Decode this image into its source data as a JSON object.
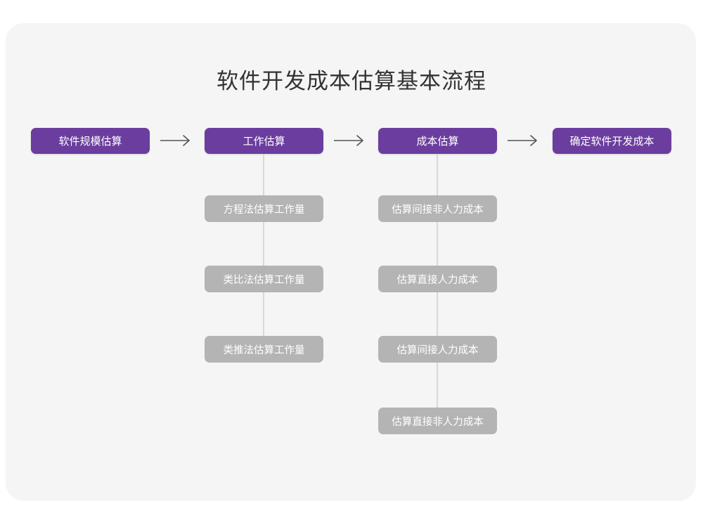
{
  "card": {
    "background_color": "#f5f5f5",
    "page_background_color": "#ffffff"
  },
  "title": "软件开发成本估算基本流程",
  "colors": {
    "primary_node": "#6b3d9e",
    "primary_node_text": "#ffffff",
    "sub_node": "#b4b4b4",
    "sub_node_text": "#ffffff",
    "arrow": "#555555",
    "connector_line": "#d8d8d8",
    "title_text": "#333333"
  },
  "chart_data": {
    "type": "diagram",
    "title": "软件开发成本估算基本流程",
    "orientation": "left-to-right main flow with vertical sub-branches",
    "main_flow": [
      {
        "id": "step1",
        "label": "软件规模估算",
        "sub_steps": []
      },
      {
        "id": "step2",
        "label": "工作估算",
        "sub_steps": [
          "方程法估算工作量",
          "类比法估算工作量",
          "类推法估算工作量"
        ]
      },
      {
        "id": "step3",
        "label": "成本估算",
        "sub_steps": [
          "估算间接非人力成本",
          "估算直接人力成本",
          "估算间接人力成本",
          "估算直接非人力成本"
        ]
      },
      {
        "id": "step4",
        "label": "确定软件开发成本",
        "sub_steps": []
      }
    ],
    "arrow_count": 3,
    "arrow_glyph": "→"
  },
  "flow": {
    "nodes": [
      {
        "label": "软件规模估算"
      },
      {
        "label": "工作估算"
      },
      {
        "label": "成本估算"
      },
      {
        "label": "确定软件开发成本"
      }
    ],
    "branch_a": [
      {
        "label": "方程法估算工作量"
      },
      {
        "label": "类比法估算工作量"
      },
      {
        "label": "类推法估算工作量"
      }
    ],
    "branch_b": [
      {
        "label": "估算间接非人力成本"
      },
      {
        "label": "估算直接人力成本"
      },
      {
        "label": "估算间接人力成本"
      },
      {
        "label": "估算直接非人力成本"
      }
    ]
  }
}
